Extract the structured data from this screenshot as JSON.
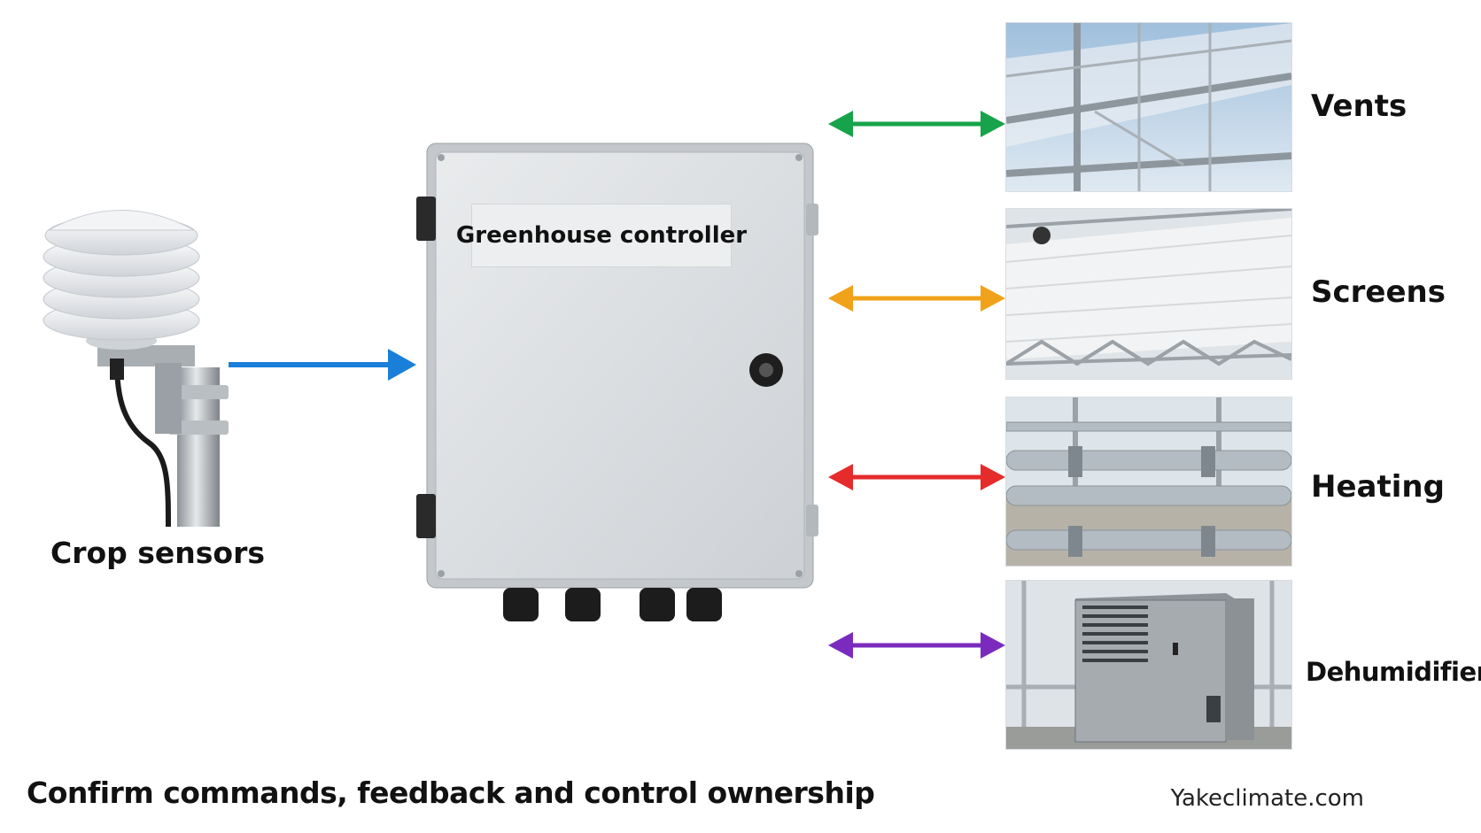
{
  "controller": {
    "label": "Greenhouse controller"
  },
  "sensors": {
    "label": "Crop sensors"
  },
  "outputs": [
    {
      "label": "Vents",
      "arrow_color": "#17a34a",
      "icon": "vents-photo"
    },
    {
      "label": "Screens",
      "arrow_color": "#f0a21a",
      "icon": "screens-photo"
    },
    {
      "label": "Heating",
      "arrow_color": "#e62b2b",
      "icon": "heating-pipes-photo"
    },
    {
      "label": "Dehumidifier",
      "arrow_color": "#7a2bbd",
      "icon": "dehumidifier-photo"
    }
  ],
  "sensor_arrow_color": "#1a7fd9",
  "footer": {
    "caption": "Confirm commands, feedback and control ownership",
    "brand": "Yakeclimate.com"
  }
}
